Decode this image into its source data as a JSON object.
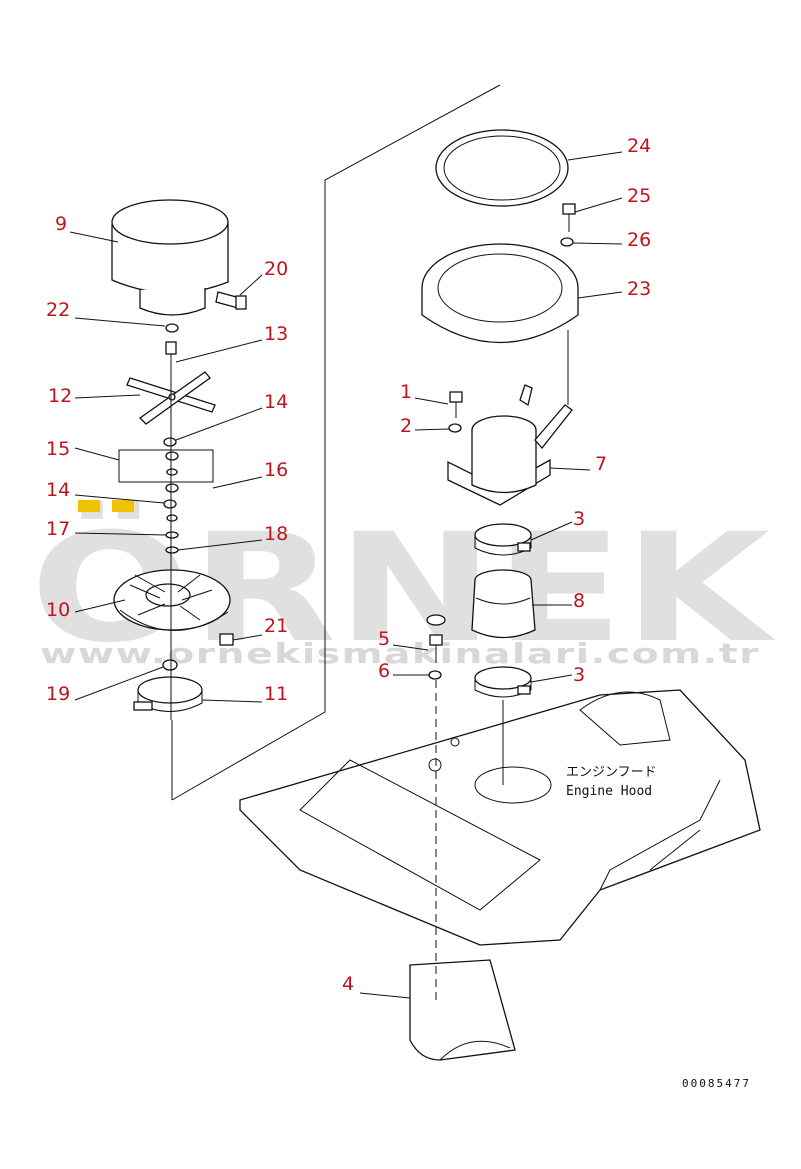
{
  "callouts": [
    {
      "id": "c1",
      "text": "1"
    },
    {
      "id": "c2",
      "text": "2"
    },
    {
      "id": "c3a",
      "text": "3"
    },
    {
      "id": "c3b",
      "text": "3"
    },
    {
      "id": "c4",
      "text": "4"
    },
    {
      "id": "c5",
      "text": "5"
    },
    {
      "id": "c6",
      "text": "6"
    },
    {
      "id": "c7",
      "text": "7"
    },
    {
      "id": "c8",
      "text": "8"
    },
    {
      "id": "c9",
      "text": "9"
    },
    {
      "id": "c10",
      "text": "10"
    },
    {
      "id": "c11",
      "text": "11"
    },
    {
      "id": "c12",
      "text": "12"
    },
    {
      "id": "c13",
      "text": "13"
    },
    {
      "id": "c14a",
      "text": "14"
    },
    {
      "id": "c14b",
      "text": "14"
    },
    {
      "id": "c15",
      "text": "15"
    },
    {
      "id": "c16",
      "text": "16"
    },
    {
      "id": "c17",
      "text": "17"
    },
    {
      "id": "c18",
      "text": "18"
    },
    {
      "id": "c19",
      "text": "19"
    },
    {
      "id": "c20",
      "text": "20"
    },
    {
      "id": "c21",
      "text": "21"
    },
    {
      "id": "c22",
      "text": "22"
    },
    {
      "id": "c23",
      "text": "23"
    },
    {
      "id": "c24",
      "text": "24"
    },
    {
      "id": "c25",
      "text": "25"
    },
    {
      "id": "c26",
      "text": "26"
    }
  ],
  "hood_label": {
    "jp": "エンジンフード",
    "en": "Engine Hood"
  },
  "drawing_code": "00085477",
  "watermark": {
    "brand": "ÖRNEK",
    "url": "www.ornekismakinalari.com.tr"
  },
  "colors": {
    "callout": "#c0141c",
    "line": "#111111",
    "watermark": "#c8c8c8",
    "accent": "#f2c200"
  }
}
